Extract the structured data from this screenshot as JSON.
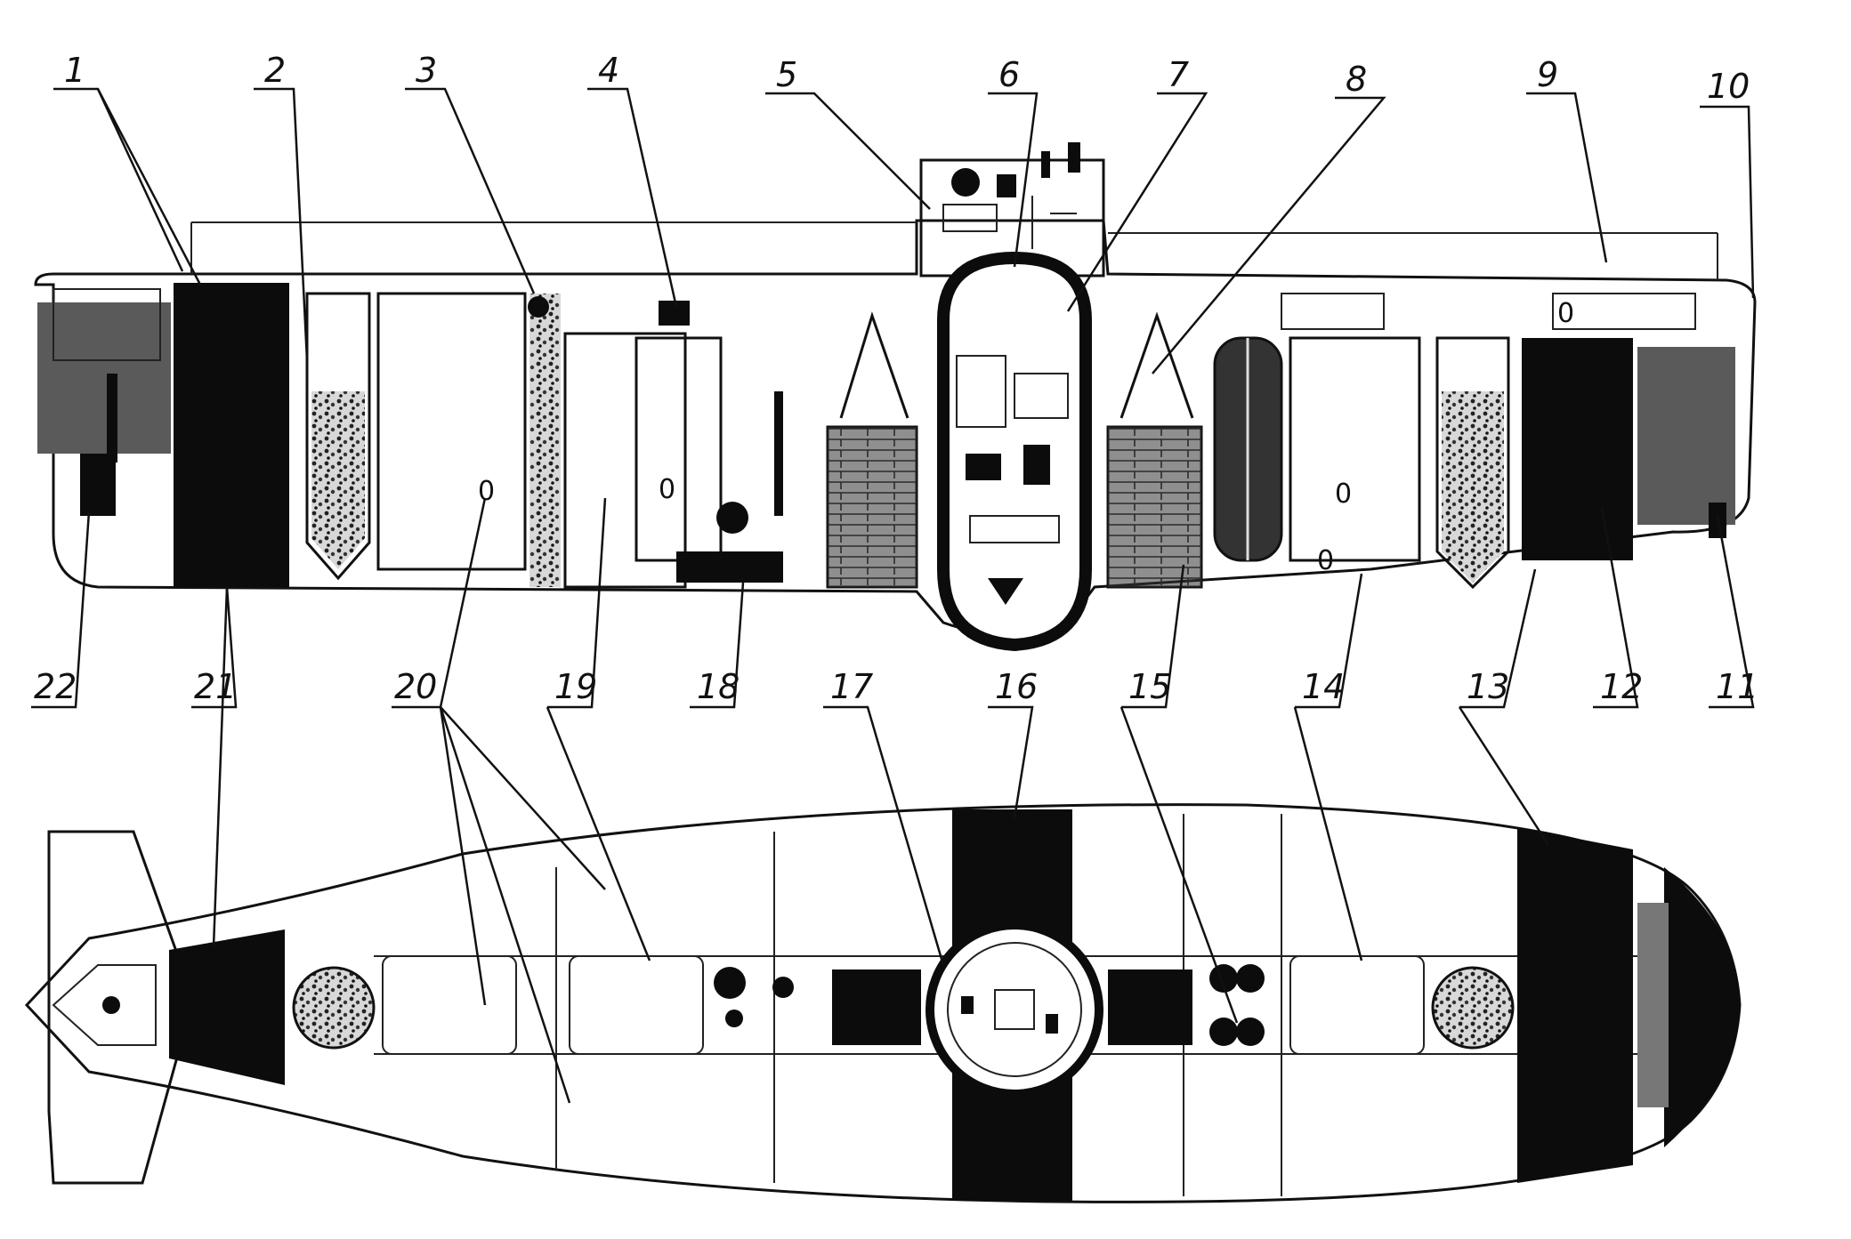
{
  "callouts": [
    {
      "id": "1",
      "label": "1"
    },
    {
      "id": "2",
      "label": "2"
    },
    {
      "id": "3",
      "label": "3"
    },
    {
      "id": "4",
      "label": "4"
    },
    {
      "id": "5",
      "label": "5"
    },
    {
      "id": "6",
      "label": "6"
    },
    {
      "id": "7",
      "label": "7"
    },
    {
      "id": "8",
      "label": "8"
    },
    {
      "id": "9",
      "label": "9"
    },
    {
      "id": "10",
      "label": "10"
    },
    {
      "id": "11",
      "label": "11"
    },
    {
      "id": "12",
      "label": "12"
    },
    {
      "id": "13",
      "label": "13"
    },
    {
      "id": "14",
      "label": "14"
    },
    {
      "id": "15",
      "label": "15"
    },
    {
      "id": "16",
      "label": "16"
    },
    {
      "id": "17",
      "label": "17"
    },
    {
      "id": "18",
      "label": "18"
    },
    {
      "id": "19",
      "label": "19"
    },
    {
      "id": "20",
      "label": "20"
    },
    {
      "id": "21",
      "label": "21"
    },
    {
      "id": "22",
      "label": "22"
    }
  ],
  "tank_markings": {
    "tank_a": "0",
    "tank_b": "0",
    "tank_c": "0",
    "tank_d": "0",
    "tank_e": "0"
  },
  "colors": {
    "ink": "#111111",
    "fill_dark": "#0c0c0c",
    "fill_grey": "#6f6f6f",
    "paper": "#ffffff"
  }
}
